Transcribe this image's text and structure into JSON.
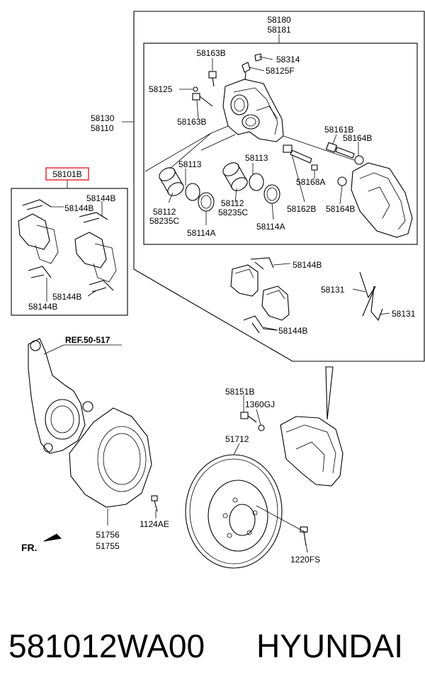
{
  "labels": {
    "l58180": "58180",
    "l58181": "58181",
    "l58163B_top": "58163B",
    "l58314": "58314",
    "l58125F": "58125F",
    "l58125": "58125",
    "l58163B_mid": "58163B",
    "l58130": "58130",
    "l58110": "58110",
    "l58161B": "58161B",
    "l58164B_top": "58164B",
    "l58113_left": "58113",
    "l58113_right": "58113",
    "l58168A": "58168A",
    "l58112_left": "58112",
    "l58235C_left": "58235C",
    "l58112_right": "58112",
    "l58235C_right": "58235C",
    "l58162B": "58162B",
    "l58164B_bot": "58164B",
    "l58114A_left": "58114A",
    "l58114A_right": "58114A",
    "l58101B": "58101B",
    "l58144B_1": "58144B",
    "l58144B_2": "58144B",
    "l58144B_3": "58144B",
    "l58144B_4": "58144B",
    "l58144B_5": "58144B",
    "l58144B_6": "58144B",
    "l58131_left": "58131",
    "l58131_right": "58131",
    "ref": "REF.50-517",
    "l58151B": "58151B",
    "l1360GJ": "1360GJ",
    "l51712": "51712",
    "l51756": "51756",
    "l51755": "51755",
    "l1124AE": "1124AE",
    "l1220FS": "1220FS",
    "fr": "FR."
  },
  "caption": {
    "part_number": "581012WA00",
    "brand": "HYUNDAI"
  },
  "colors": {
    "line": "#000000",
    "highlight": "#e0202a",
    "background": "#ffffff"
  }
}
